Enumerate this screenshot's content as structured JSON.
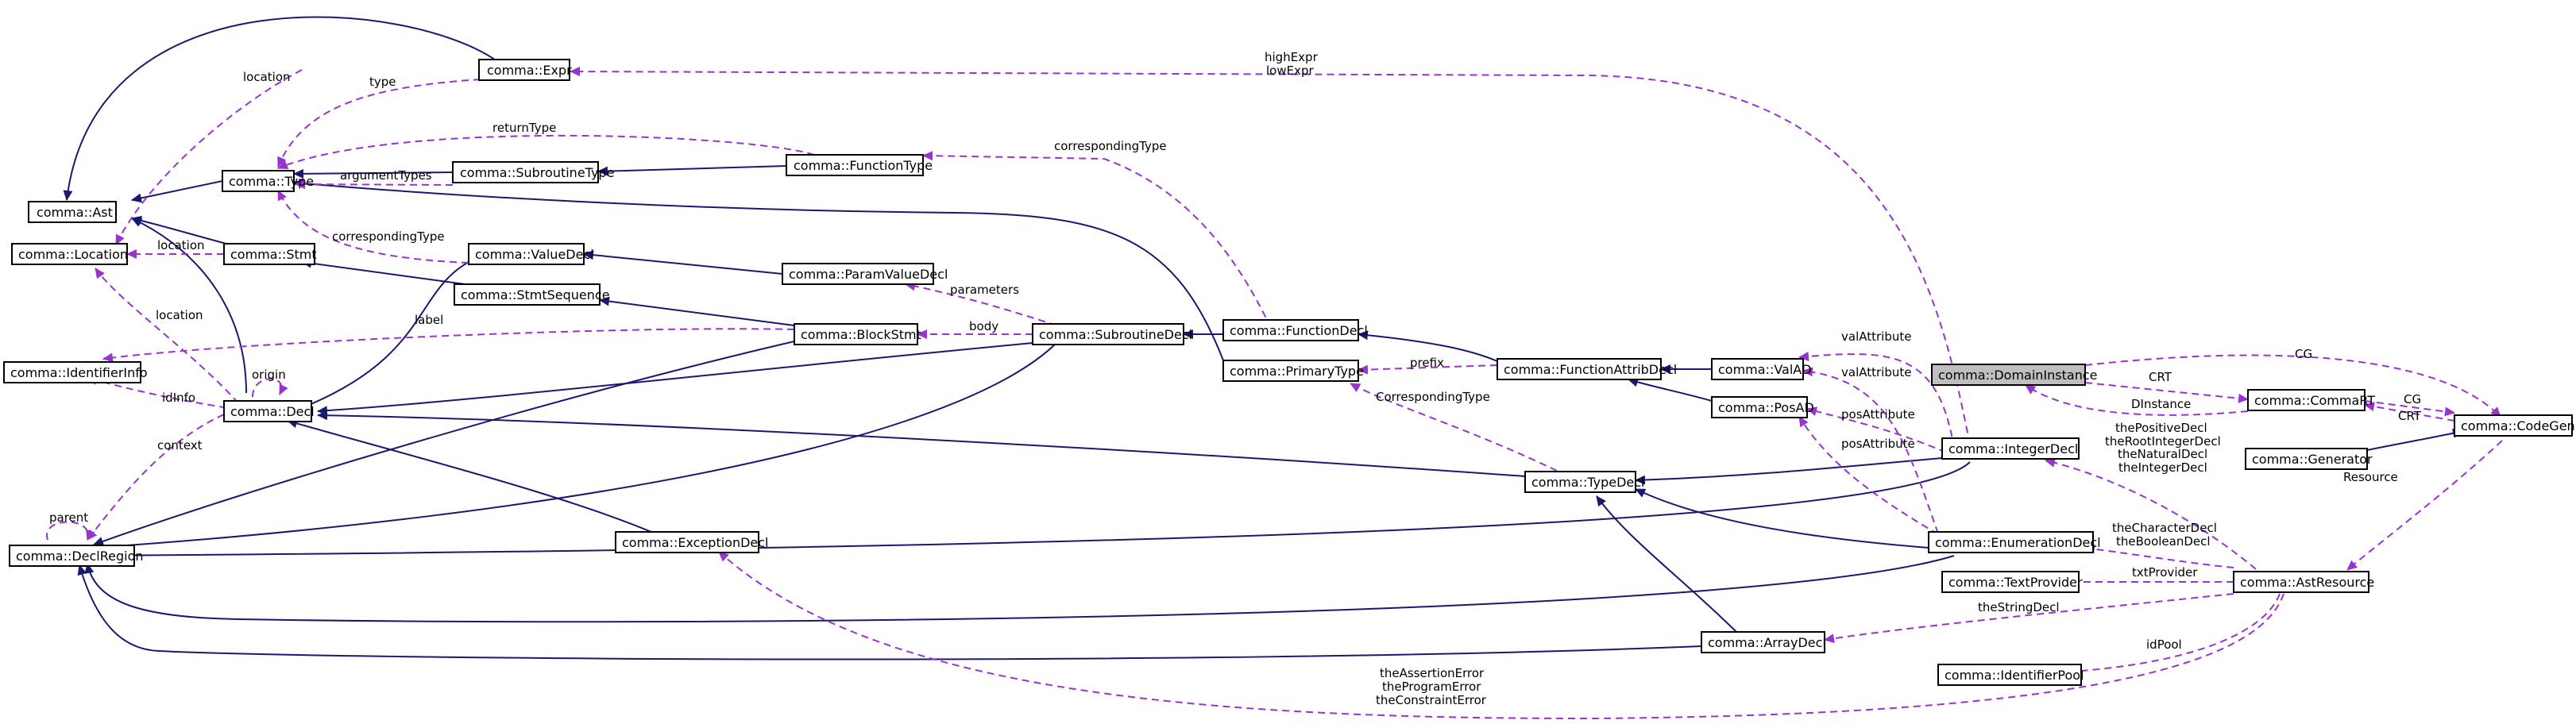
{
  "nodes": {
    "expr": "comma::Expr",
    "type": "comma::Type",
    "subroutine_type": "comma::SubroutineType",
    "function_type": "comma::FunctionType",
    "ast": "comma::Ast",
    "stmt": "comma::Stmt",
    "location": "comma::Location",
    "value_decl": "comma::ValueDecl",
    "param_value_decl": "comma::ParamValueDecl",
    "stmt_sequence": "comma::StmtSequence",
    "block_stmt": "comma::BlockStmt",
    "subroutine_decl": "comma::SubroutineDecl",
    "function_decl": "comma::FunctionDecl",
    "identifier_info": "comma::IdentifierInfo",
    "decl": "comma::Decl",
    "primary_type": "comma::PrimaryType",
    "function_attrib_decl": "comma::FunctionAttribDecl",
    "val_ad": "comma::ValAD",
    "pos_ad": "comma::PosAD",
    "domain_instance": "comma::DomainInstance",
    "comma_rt": "comma::CommaRT",
    "code_gen": "comma::CodeGen",
    "generator": "comma::Generator",
    "integer_decl": "comma::IntegerDecl",
    "type_decl": "comma::TypeDecl",
    "decl_region": "comma::DeclRegion",
    "exception_decl": "comma::ExceptionDecl",
    "enumeration_decl": "comma::EnumerationDecl",
    "text_provider": "comma::TextProvider",
    "ast_resource": "comma::AstResource",
    "array_decl": "comma::ArrayDecl",
    "identifier_pool": "comma::IdentifierPool"
  },
  "edge_labels": {
    "location_top": "location",
    "type": "type",
    "high_expr": "highExpr",
    "low_expr": "lowExpr",
    "return_type": "returnType",
    "argument_types": "argumentTypes",
    "corresponding_type_fn": "correspondingType",
    "corresponding_type_val": "correspondingType",
    "location_stmt": "location",
    "location_decl": "location",
    "parameters": "parameters",
    "label": "label",
    "body": "body",
    "origin": "origin",
    "id_info": "idInfo",
    "prefix": "prefix",
    "corresponding_type_cap": "CorrespondingType",
    "val_attribute_1": "valAttribute",
    "val_attribute_2": "valAttribute",
    "pos_attribute_1": "posAttribute",
    "pos_attribute_2": "posAttribute",
    "crt_1": "CRT",
    "crt_2": "CRT",
    "cg_1": "CG",
    "cg_2": "CG",
    "dinstance": "DInstance",
    "resource": "Resource",
    "context": "context",
    "parent": "parent",
    "the_positive_decl": "thePositiveDecl",
    "the_root_integer_decl": "theRootIntegerDecl",
    "the_natural_decl": "theNaturalDecl",
    "the_integer_decl": "theIntegerDecl",
    "the_character_decl": "theCharacterDecl",
    "the_boolean_decl": "theBooleanDecl",
    "txt_provider": "txtProvider",
    "the_string_decl": "theStringDecl",
    "id_pool": "idPool",
    "the_assertion_error": "theAssertionError",
    "the_program_error": "theProgramError",
    "the_constraint_error": "theConstraintError"
  },
  "colors": {
    "inheritance": "#191970",
    "usage": "#9a32cd",
    "highlight_fill": "#bfbfbf"
  }
}
